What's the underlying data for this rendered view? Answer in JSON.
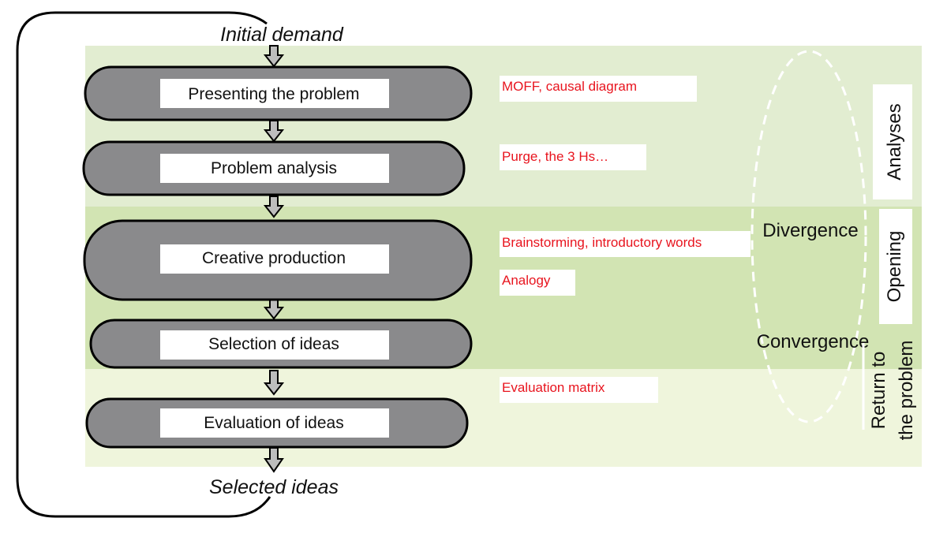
{
  "input_label": "Initial demand",
  "output_label": "Selected ideas",
  "steps": [
    {
      "label": "Presenting the problem"
    },
    {
      "label": "Problem analysis"
    },
    {
      "label": "Creative production"
    },
    {
      "label": "Selection of ideas"
    },
    {
      "label": "Evaluation of ideas"
    }
  ],
  "tools": [
    "MOFF, causal diagram",
    "Purge, the 3 Hs…",
    "Brainstorming, introductory words",
    "Analogy",
    "Evaluation matrix"
  ],
  "phases": {
    "divergence": "Divergence",
    "convergence": "Convergence",
    "analyses": "Analyses",
    "opening": "Opening",
    "return_line1": "Return to",
    "return_line2": "the problem"
  },
  "colors": {
    "band_top": "#e2edd1",
    "band_mid": "#d2e4b3",
    "band_bottom": "#eff5dc",
    "pill": "#8a8a8c",
    "tool_text": "#e8141e"
  }
}
